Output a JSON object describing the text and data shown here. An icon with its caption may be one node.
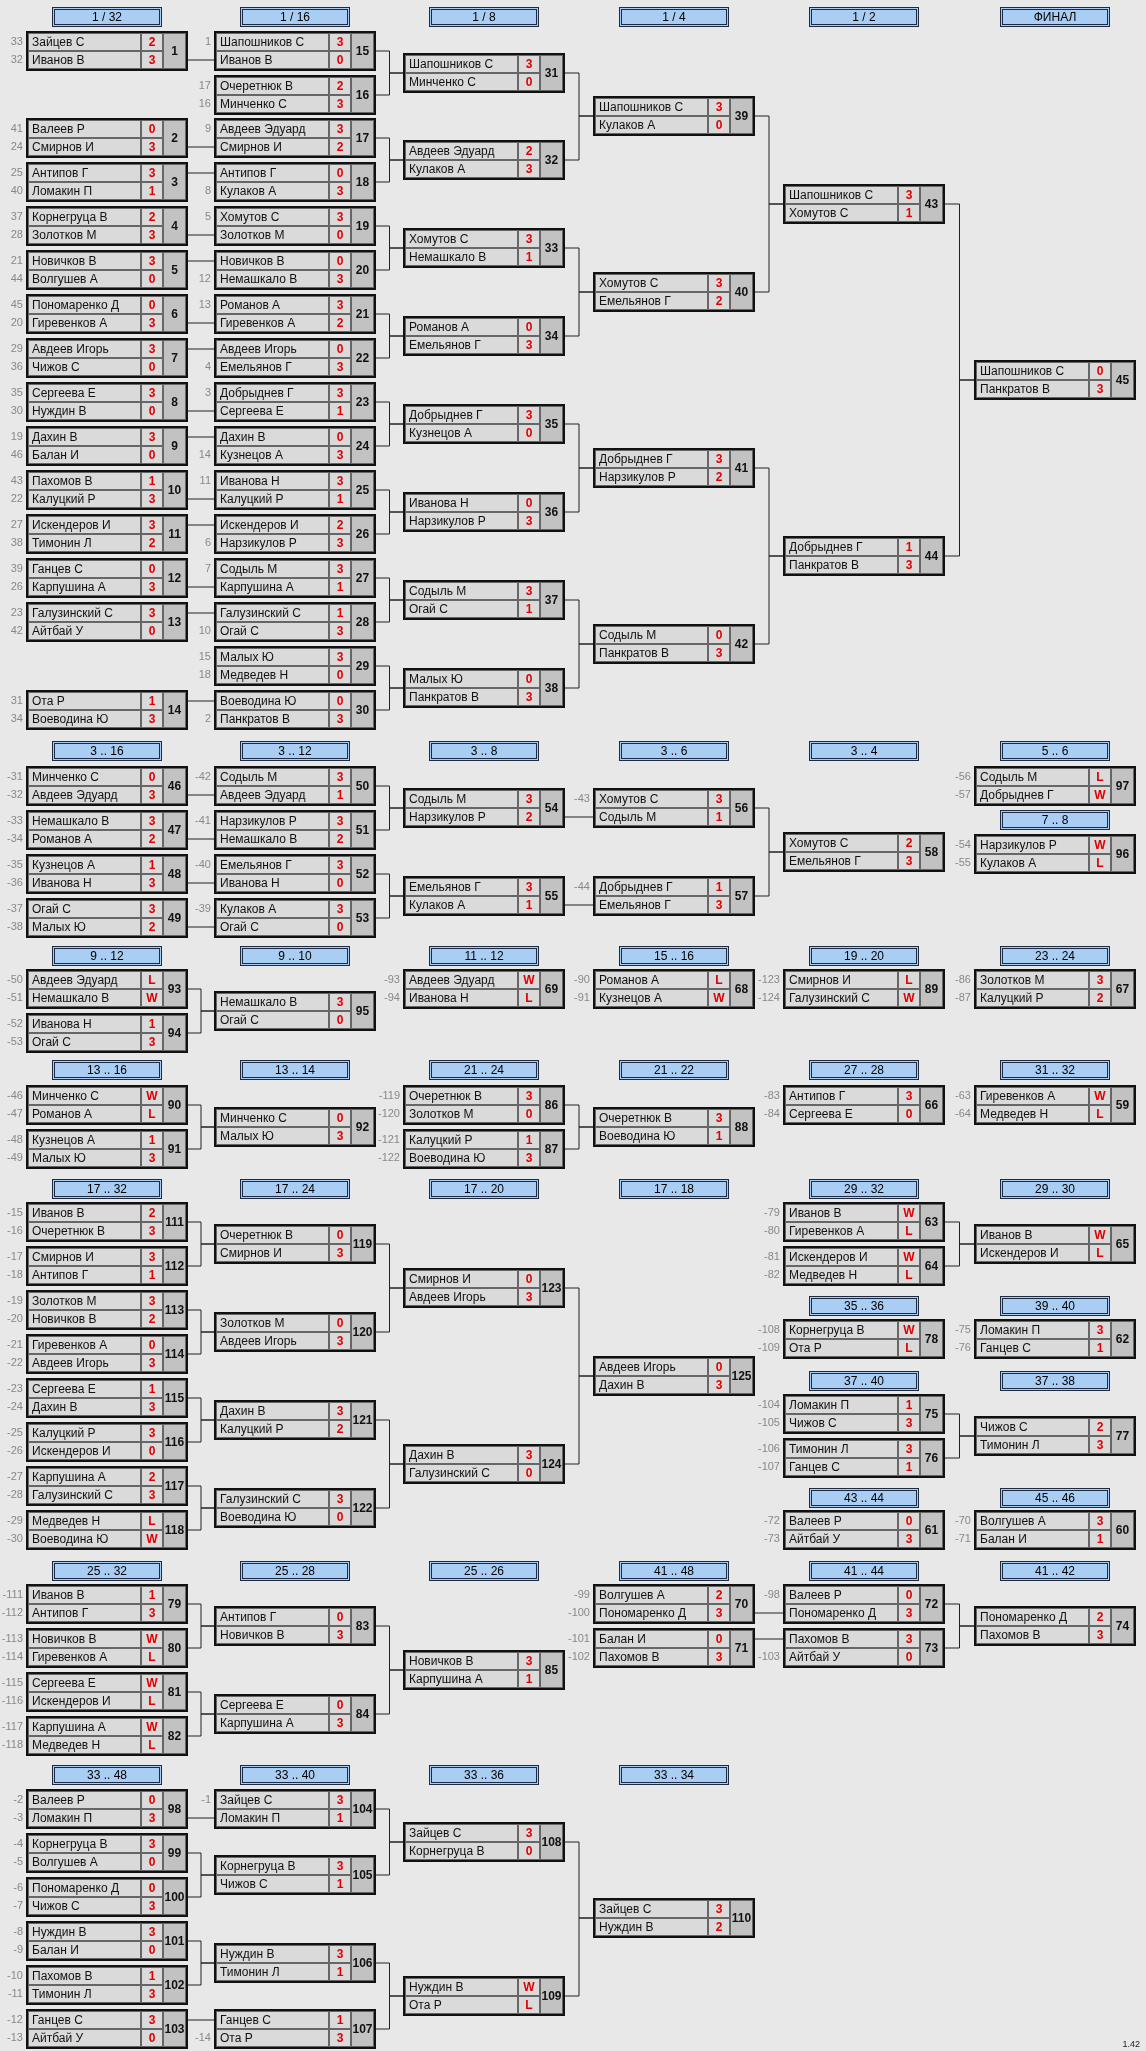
{
  "diagram": {
    "nodes": [
      {
        "text": [
          "1 / 32"
        ]
      },
      {
        "text": [
          "1 / 16"
        ]
      },
      {
        "text": [
          "1 / 8"
        ]
      },
      {
        "text": [
          "1 / 4"
        ]
      },
      {
        "text": [
          "1 / 2"
        ]
      },
      {
        "text": [
          "ФИНАЛ"
        ]
      },
      {
        "text": [
          "Зайцев С",
          "2",
          "Иванов В",
          "3",
          "1"
        ],
        "beside": [
          "33",
          "32"
        ]
      },
      {
        "text": [
          "Валеев Р",
          "0",
          "Смирнов И",
          "3",
          "2"
        ],
        "beside": [
          "41",
          "24"
        ]
      },
      {
        "text": [
          "Антипов Г",
          "3",
          "Ломакин П",
          "1",
          "3"
        ],
        "beside": [
          "25",
          "40"
        ]
      },
      {
        "text": [
          "Корнегруца В",
          "2",
          "Золотков М",
          "3",
          "4"
        ],
        "beside": [
          "37",
          "28"
        ]
      },
      {
        "text": [
          "Новичков В",
          "3",
          "Волгушев А",
          "0",
          "5"
        ],
        "beside": [
          "21",
          "44"
        ]
      },
      {
        "text": [
          "Пономаренко Д",
          "0",
          "Гиревенков А",
          "3",
          "6"
        ],
        "beside": [
          "45",
          "20"
        ]
      },
      {
        "text": [
          "Авдеев Игорь",
          "3",
          "Чижов С",
          "0",
          "7"
        ],
        "beside": [
          "29",
          "36"
        ]
      },
      {
        "text": [
          "Сергеева Е",
          "3",
          "Нуждин В",
          "0",
          "8"
        ],
        "beside": [
          "35",
          "30"
        ]
      },
      {
        "text": [
          "Дахин В",
          "3",
          "Балан И",
          "0",
          "9"
        ],
        "beside": [
          "19",
          "46"
        ]
      },
      {
        "text": [
          "Пахомов В",
          "1",
          "Калуцкий Р",
          "3",
          "10"
        ],
        "beside": [
          "43",
          "22"
        ]
      },
      {
        "text": [
          "Искендеров И",
          "3",
          "Тимонин Л",
          "2",
          "11"
        ],
        "beside": [
          "27",
          "38"
        ]
      },
      {
        "text": [
          "Ганцев С",
          "0",
          "Карпушина А",
          "3",
          "12"
        ],
        "beside": [
          "39",
          "26"
        ]
      },
      {
        "text": [
          "Галузинский С",
          "3",
          "Айтбай У",
          "0",
          "13"
        ],
        "beside": [
          "23",
          "42"
        ]
      },
      {
        "text": [
          "Ота Р",
          "1",
          "Воеводина Ю",
          "3",
          "14"
        ],
        "beside": [
          "31",
          "34"
        ]
      },
      {
        "text": [
          "Шапошников С",
          "3",
          "Иванов В",
          "0",
          "15"
        ],
        "beside": [
          "1"
        ]
      },
      {
        "text": [
          "Очеретнюк В",
          "2",
          "Минченко С",
          "3",
          "16"
        ],
        "beside": [
          "17",
          "16"
        ]
      },
      {
        "text": [
          "Авдеев Эдуард",
          "3",
          "Смирнов И",
          "2",
          "17"
        ],
        "beside": [
          "9"
        ]
      },
      {
        "text": [
          "Антипов Г",
          "0",
          "Кулаков А",
          "3",
          "18"
        ],
        "beside": [
          "8"
        ]
      },
      {
        "text": [
          "Хомутов С",
          "3",
          "Золотков М",
          "0",
          "19"
        ],
        "beside": [
          "5"
        ]
      },
      {
        "text": [
          "Новичков В",
          "0",
          "Немашкало В",
          "3",
          "20"
        ],
        "beside": [
          "12"
        ]
      },
      {
        "text": [
          "Романов А",
          "3",
          "Гиревенков А",
          "2",
          "21"
        ],
        "beside": [
          "13"
        ]
      },
      {
        "text": [
          "Авдеев Игорь",
          "0",
          "Емельянов Г",
          "3",
          "22"
        ],
        "beside": [
          "4"
        ]
      },
      {
        "text": [
          "Добрыднев Г",
          "3",
          "Сергеева Е",
          "1",
          "23"
        ],
        "beside": [
          "3"
        ]
      },
      {
        "text": [
          "Дахин В",
          "0",
          "Кузнецов А",
          "3",
          "24"
        ],
        "beside": [
          "14"
        ]
      },
      {
        "text": [
          "Иванова Н",
          "3",
          "Калуцкий Р",
          "1",
          "25"
        ],
        "beside": [
          "11"
        ]
      },
      {
        "text": [
          "Искендеров И",
          "2",
          "Нарзикулов Р",
          "3",
          "26"
        ],
        "beside": [
          "6"
        ]
      },
      {
        "text": [
          "Содыль М",
          "3",
          "Карпушина А",
          "1",
          "27"
        ],
        "beside": [
          "7"
        ]
      },
      {
        "text": [
          "Галузинский С",
          "1",
          "Огай С",
          "3",
          "28"
        ],
        "beside": [
          "10"
        ]
      },
      {
        "text": [
          "Малых Ю",
          "3",
          "Медведев Н",
          "0",
          "29"
        ],
        "beside": [
          "15",
          "18"
        ]
      },
      {
        "text": [
          "Воеводина Ю",
          "0",
          "Панкратов В",
          "3",
          "30"
        ],
        "beside": [
          "2"
        ]
      },
      {
        "text": [
          "Шапошников С",
          "3",
          "Минченко С",
          "0",
          "31"
        ]
      },
      {
        "text": [
          "Авдеев Эдуард",
          "2",
          "Кулаков А",
          "3",
          "32"
        ]
      },
      {
        "text": [
          "Хомутов С",
          "3",
          "Немашкало В",
          "1",
          "33"
        ]
      },
      {
        "text": [
          "Романов А",
          "0",
          "Емельянов Г",
          "3",
          "34"
        ]
      },
      {
        "text": [
          "Добрыднев Г",
          "3",
          "Кузнецов А",
          "0",
          "35"
        ]
      },
      {
        "text": [
          "Иванова Н",
          "0",
          "Нарзикулов Р",
          "3",
          "36"
        ]
      },
      {
        "text": [
          "Содыль М",
          "3",
          "Огай С",
          "1",
          "37"
        ]
      },
      {
        "text": [
          "Малых Ю",
          "0",
          "Панкратов В",
          "3",
          "38"
        ]
      },
      {
        "text": [
          "Шапошников С",
          "3",
          "Кулаков А",
          "0",
          "39"
        ]
      },
      {
        "text": [
          "Хомутов С",
          "3",
          "Емельянов Г",
          "2",
          "40"
        ]
      },
      {
        "text": [
          "Добрыднев Г",
          "3",
          "Нарзикулов Р",
          "2",
          "41"
        ]
      },
      {
        "text": [
          "Содыль М",
          "0",
          "Панкратов В",
          "3",
          "42"
        ]
      },
      {
        "text": [
          "Шапошников С",
          "3",
          "Хомутов С",
          "1",
          "43"
        ]
      },
      {
        "text": [
          "Добрыднев Г",
          "1",
          "Панкратов В",
          "3",
          "44"
        ]
      },
      {
        "text": [
          "Шапошников С",
          "0",
          "Панкратов В",
          "3",
          "45"
        ]
      },
      {
        "text": [
          "3 .. 16"
        ]
      },
      {
        "text": [
          "3 .. 12"
        ]
      },
      {
        "text": [
          "3 .. 8"
        ]
      },
      {
        "text": [
          "3 .. 6"
        ]
      },
      {
        "text": [
          "3 .. 4"
        ]
      },
      {
        "text": [
          "5 .. 6"
        ]
      },
      {
        "text": [
          "Минченко С",
          "0",
          "Авдеев Эдуард",
          "3",
          "46"
        ],
        "beside": [
          "-31",
          "-32"
        ]
      },
      {
        "text": [
          "Немашкало В",
          "3",
          "Романов А",
          "2",
          "47"
        ],
        "beside": [
          "-33",
          "-34"
        ]
      },
      {
        "text": [
          "Кузнецов А",
          "1",
          "Иванова Н",
          "3",
          "48"
        ],
        "beside": [
          "-35",
          "-36"
        ]
      },
      {
        "text": [
          "Огай С",
          "3",
          "Малых Ю",
          "2",
          "49"
        ],
        "beside": [
          "-37",
          "-38"
        ]
      },
      {
        "text": [
          "Содыль М",
          "3",
          "Авдеев Эдуард",
          "1",
          "50"
        ],
        "beside": [
          "-42"
        ]
      },
      {
        "text": [
          "Нарзикулов Р",
          "3",
          "Немашкало В",
          "2",
          "51"
        ],
        "beside": [
          "-41"
        ]
      },
      {
        "text": [
          "Емельянов Г",
          "3",
          "Иванова Н",
          "0",
          "52"
        ],
        "beside": [
          "-40"
        ]
      },
      {
        "text": [
          "Кулаков А",
          "3",
          "Огай С",
          "0",
          "53"
        ],
        "beside": [
          "-39"
        ]
      },
      {
        "text": [
          "Содыль М",
          "3",
          "Нарзикулов Р",
          "2",
          "54"
        ]
      },
      {
        "text": [
          "Емельянов Г",
          "3",
          "Кулаков А",
          "1",
          "55"
        ]
      },
      {
        "text": [
          "Хомутов С",
          "3",
          "Содыль М",
          "1",
          "56"
        ],
        "beside": [
          "-43"
        ]
      },
      {
        "text": [
          "Добрыднев Г",
          "1",
          "Емельянов Г",
          "3",
          "57"
        ],
        "beside": [
          "-44"
        ]
      },
      {
        "text": [
          "Хомутов С",
          "2",
          "Емельянов Г",
          "3",
          "58"
        ]
      },
      {
        "text": [
          "Содыль М",
          "L",
          "Добрыднев Г",
          "W",
          "97"
        ],
        "beside": [
          "-56",
          "-57"
        ]
      },
      {
        "text": [
          "7 .. 8"
        ]
      },
      {
        "text": [
          "Нарзикулов Р",
          "W",
          "Кулаков А",
          "L",
          "96"
        ],
        "beside": [
          "-54",
          "-55"
        ]
      },
      {
        "text": [
          "9 .. 12"
        ]
      },
      {
        "text": [
          "9 .. 10"
        ]
      },
      {
        "text": [
          "11 .. 12"
        ]
      },
      {
        "text": [
          "15 .. 16"
        ]
      },
      {
        "text": [
          "19 .. 20"
        ]
      },
      {
        "text": [
          "23 .. 24"
        ]
      },
      {
        "text": [
          "Авдеев Эдуард",
          "L",
          "Немашкало В",
          "W",
          "93"
        ],
        "beside": [
          "-50",
          "-51"
        ]
      },
      {
        "text": [
          "Иванова Н",
          "1",
          "Огай С",
          "3",
          "94"
        ],
        "beside": [
          "-52",
          "-53"
        ]
      },
      {
        "text": [
          "Немашкало В",
          "3",
          "Огай С",
          "0",
          "95"
        ]
      },
      {
        "text": [
          "Авдеев Эдуард",
          "W",
          "Иванова Н",
          "L",
          "69"
        ],
        "beside": [
          "-93",
          "-94"
        ]
      },
      {
        "text": [
          "Романов А",
          "L",
          "Кузнецов А",
          "W",
          "68"
        ],
        "beside": [
          "-90",
          "-91"
        ]
      },
      {
        "text": [
          "Смирнов И",
          "L",
          "Галузинский С",
          "W",
          "89"
        ],
        "beside": [
          "-123",
          "-124"
        ]
      },
      {
        "text": [
          "Золотков М",
          "3",
          "Калуцкий Р",
          "2",
          "67"
        ],
        "beside": [
          "-86",
          "-87"
        ]
      },
      {
        "text": [
          "13 .. 16"
        ]
      },
      {
        "text": [
          "13 .. 14"
        ]
      },
      {
        "text": [
          "21 .. 24"
        ]
      },
      {
        "text": [
          "21 .. 22"
        ]
      },
      {
        "text": [
          "27 .. 28"
        ]
      },
      {
        "text": [
          "31 .. 32"
        ]
      },
      {
        "text": [
          "Минченко С",
          "W",
          "Романов А",
          "L",
          "90"
        ],
        "beside": [
          "-46",
          "-47"
        ]
      },
      {
        "text": [
          "Кузнецов А",
          "1",
          "Малых Ю",
          "3",
          "91"
        ],
        "beside": [
          "-48",
          "-49"
        ]
      },
      {
        "text": [
          "Минченко С",
          "0",
          "Малых Ю",
          "3",
          "92"
        ]
      },
      {
        "text": [
          "Очеретнюк В",
          "3",
          "Золотков М",
          "0",
          "86"
        ],
        "beside": [
          "-119",
          "-120"
        ]
      },
      {
        "text": [
          "Калуцкий Р",
          "1",
          "Воеводина Ю",
          "3",
          "87"
        ],
        "beside": [
          "-121",
          "-122"
        ]
      },
      {
        "text": [
          "Очеретнюк В",
          "3",
          "Воеводина Ю",
          "1",
          "88"
        ]
      },
      {
        "text": [
          "Антипов Г",
          "3",
          "Сергеева Е",
          "0",
          "66"
        ],
        "beside": [
          "-83",
          "-84"
        ]
      },
      {
        "text": [
          "Гиревенков А",
          "W",
          "Медведев Н",
          "L",
          "59"
        ],
        "beside": [
          "-63",
          "-64"
        ]
      },
      {
        "text": [
          "17 .. 32"
        ]
      },
      {
        "text": [
          "17 .. 24"
        ]
      },
      {
        "text": [
          "17 .. 20"
        ]
      },
      {
        "text": [
          "17 .. 18"
        ]
      },
      {
        "text": [
          "29 .. 32"
        ]
      },
      {
        "text": [
          "29 .. 30"
        ]
      },
      {
        "text": [
          "Иванов В",
          "2",
          "Очеретнюк В",
          "3",
          "111"
        ],
        "beside": [
          "-15",
          "-16"
        ]
      },
      {
        "text": [
          "Смирнов И",
          "3",
          "Антипов Г",
          "1",
          "112"
        ],
        "beside": [
          "-17",
          "-18"
        ]
      },
      {
        "text": [
          "Золотков М",
          "3",
          "Новичков В",
          "2",
          "113"
        ],
        "beside": [
          "-19",
          "-20"
        ]
      },
      {
        "text": [
          "Гиревенков А",
          "0",
          "Авдеев Игорь",
          "3",
          "114"
        ],
        "beside": [
          "-21",
          "-22"
        ]
      },
      {
        "text": [
          "Сергеева Е",
          "1",
          "Дахин В",
          "3",
          "115"
        ],
        "beside": [
          "-23",
          "-24"
        ]
      },
      {
        "text": [
          "Калуцкий Р",
          "3",
          "Искендеров И",
          "0",
          "116"
        ],
        "beside": [
          "-25",
          "-26"
        ]
      },
      {
        "text": [
          "Карпушина А",
          "2",
          "Галузинский С",
          "3",
          "117"
        ],
        "beside": [
          "-27",
          "-28"
        ]
      },
      {
        "text": [
          "Медведев Н",
          "L",
          "Воеводина Ю",
          "W",
          "118"
        ],
        "beside": [
          "-29",
          "-30"
        ]
      },
      {
        "text": [
          "Очеретнюк В",
          "0",
          "Смирнов И",
          "3",
          "119"
        ]
      },
      {
        "text": [
          "Золотков М",
          "0",
          "Авдеев Игорь",
          "3",
          "120"
        ]
      },
      {
        "text": [
          "Дахин В",
          "3",
          "Калуцкий Р",
          "2",
          "121"
        ]
      },
      {
        "text": [
          "Галузинский С",
          "3",
          "Воеводина Ю",
          "0",
          "122"
        ]
      },
      {
        "text": [
          "Смирнов И",
          "0",
          "Авдеев Игорь",
          "3",
          "123"
        ]
      },
      {
        "text": [
          "Дахин В",
          "3",
          "Галузинский С",
          "0",
          "124"
        ]
      },
      {
        "text": [
          "Авдеев Игорь",
          "0",
          "Дахин В",
          "3",
          "125"
        ]
      },
      {
        "text": [
          "Иванов В",
          "W",
          "Гиревенков А",
          "L",
          "63"
        ],
        "beside": [
          "-79",
          "-80"
        ]
      },
      {
        "text": [
          "Искендеров И",
          "W",
          "Медведев Н",
          "L",
          "64"
        ],
        "beside": [
          "-81",
          "-82"
        ]
      },
      {
        "text": [
          "Иванов В",
          "W",
          "Искендеров И",
          "L",
          "65"
        ]
      },
      {
        "text": [
          "35 .. 36"
        ]
      },
      {
        "text": [
          "39 .. 40"
        ]
      },
      {
        "text": [
          "Корнегруца В",
          "W",
          "Ота Р",
          "L",
          "78"
        ],
        "beside": [
          "-108",
          "-109"
        ]
      },
      {
        "text": [
          "Ломакин П",
          "3",
          "Ганцев С",
          "1",
          "62"
        ],
        "beside": [
          "-75",
          "-76"
        ]
      },
      {
        "text": [
          "37 .. 40"
        ]
      },
      {
        "text": [
          "37 .. 38"
        ]
      },
      {
        "text": [
          "Ломакин П",
          "1",
          "Чижов С",
          "3",
          "75"
        ],
        "beside": [
          "-104",
          "-105"
        ]
      },
      {
        "text": [
          "Тимонин Л",
          "3",
          "Ганцев С",
          "1",
          "76"
        ],
        "beside": [
          "-106",
          "-107"
        ]
      },
      {
        "text": [
          "Чижов С",
          "2",
          "Тимонин Л",
          "3",
          "77"
        ]
      },
      {
        "text": [
          "43 .. 44"
        ]
      },
      {
        "text": [
          "45 .. 46"
        ]
      },
      {
        "text": [
          "Валеев Р",
          "0",
          "Айтбай У",
          "3",
          "61"
        ],
        "beside": [
          "-72",
          "-73"
        ]
      },
      {
        "text": [
          "Волгушев А",
          "3",
          "Балан И",
          "1",
          "60"
        ],
        "beside": [
          "-70",
          "-71"
        ]
      },
      {
        "text": [
          "25 .. 32"
        ]
      },
      {
        "text": [
          "25 .. 28"
        ]
      },
      {
        "text": [
          "25 .. 26"
        ]
      },
      {
        "text": [
          "41 .. 48"
        ]
      },
      {
        "text": [
          "41 .. 44"
        ]
      },
      {
        "text": [
          "41 .. 42"
        ]
      },
      {
        "text": [
          "Иванов В",
          "1",
          "Антипов Г",
          "3",
          "79"
        ],
        "beside": [
          "-111",
          "-112"
        ]
      },
      {
        "text": [
          "Новичков В",
          "W",
          "Гиревенков А",
          "L",
          "80"
        ],
        "beside": [
          "-113",
          "-114"
        ]
      },
      {
        "text": [
          "Сергеева Е",
          "W",
          "Искендеров И",
          "L",
          "81"
        ],
        "beside": [
          "-115",
          "-116"
        ]
      },
      {
        "text": [
          "Карпушина А",
          "W",
          "Медведев Н",
          "L",
          "82"
        ],
        "beside": [
          "-117",
          "-118"
        ]
      },
      {
        "text": [
          "Антипов Г",
          "0",
          "Новичков В",
          "3",
          "83"
        ]
      },
      {
        "text": [
          "Сергеева Е",
          "0",
          "Карпушина А",
          "3",
          "84"
        ]
      },
      {
        "text": [
          "Новичков В",
          "3",
          "Карпушина А",
          "1",
          "85"
        ]
      },
      {
        "text": [
          "Волгушев А",
          "2",
          "Пономаренко Д",
          "3",
          "70"
        ],
        "beside": [
          "-99",
          "-100"
        ]
      },
      {
        "text": [
          "Балан И",
          "0",
          "Пахомов В",
          "3",
          "71"
        ],
        "beside": [
          "-101",
          "-102"
        ]
      },
      {
        "text": [
          "Валеев Р",
          "0",
          "Пономаренко Д",
          "3",
          "72"
        ],
        "beside": [
          "-98"
        ]
      },
      {
        "text": [
          "Пахомов В",
          "3",
          "Айтбай У",
          "0",
          "73"
        ],
        "beside": [
          "-103"
        ]
      },
      {
        "text": [
          "Пономаренко Д",
          "2",
          "Пахомов В",
          "3",
          "74"
        ]
      },
      {
        "text": [
          "33 .. 48"
        ]
      },
      {
        "text": [
          "33 .. 40"
        ]
      },
      {
        "text": [
          "33 .. 36"
        ]
      },
      {
        "text": [
          "33 .. 34"
        ]
      },
      {
        "text": [
          "Валеев Р",
          "0",
          "Ломакин П",
          "3",
          "98"
        ],
        "beside": [
          "-2",
          "-3"
        ]
      },
      {
        "text": [
          "Корнегруца В",
          "3",
          "Волгушев А",
          "0",
          "99"
        ],
        "beside": [
          "-4",
          "-5"
        ]
      },
      {
        "text": [
          "Пономаренко Д",
          "0",
          "Чижов С",
          "3",
          "100"
        ],
        "beside": [
          "-6",
          "-7"
        ]
      },
      {
        "text": [
          "Нуждин В",
          "3",
          "Балан И",
          "0",
          "101"
        ],
        "beside": [
          "-8",
          "-9"
        ]
      },
      {
        "text": [
          "Пахомов В",
          "1",
          "Тимонин Л",
          "3",
          "102"
        ],
        "beside": [
          "-10",
          "-11"
        ]
      },
      {
        "text": [
          "Ганцев С",
          "3",
          "Айтбай У",
          "0",
          "103"
        ],
        "beside": [
          "-12",
          "-13"
        ]
      },
      {
        "text": [
          "Зайцев С",
          "3",
          "Ломакин П",
          "1",
          "104"
        ],
        "beside": [
          "-1"
        ]
      },
      {
        "text": [
          "Корнегруца В",
          "3",
          "Чижов С",
          "1",
          "105"
        ]
      },
      {
        "text": [
          "Нуждин В",
          "3",
          "Тимонин Л",
          "1",
          "106"
        ]
      },
      {
        "text": [
          "Ганцев С",
          "1",
          "Ота Р",
          "3",
          "107"
        ],
        "beside": [
          "-14"
        ]
      },
      {
        "text": [
          "Зайцев С",
          "3",
          "Корнегруца В",
          "0",
          "108"
        ]
      },
      {
        "text": [
          "Нуждин В",
          "W",
          "Ота Р",
          "L",
          "109"
        ]
      },
      {
        "text": [
          "Зайцев С",
          "3",
          "Нуждин В",
          "2",
          "110"
        ]
      }
    ],
    "edges": [
      {
        "from": 6,
        "to": 20,
        "arrow": "none"
      },
      {
        "from": 7,
        "to": 22,
        "arrow": "none"
      },
      {
        "from": 8,
        "to": 23,
        "arrow": "none"
      },
      {
        "from": 9,
        "to": 24,
        "arrow": "none"
      },
      {
        "from": 10,
        "to": 25,
        "arrow": "none"
      },
      {
        "from": 11,
        "to": 26,
        "arrow": "none"
      },
      {
        "from": 12,
        "to": 27,
        "arrow": "none"
      },
      {
        "from": 13,
        "to": 28,
        "arrow": "none"
      },
      {
        "from": 14,
        "to": 29,
        "arrow": "none"
      },
      {
        "from": 15,
        "to": 30,
        "arrow": "none"
      },
      {
        "from": 16,
        "to": 31,
        "arrow": "none"
      },
      {
        "from": 17,
        "to": 32,
        "arrow": "none"
      },
      {
        "from": 18,
        "to": 33,
        "arrow": "none"
      },
      {
        "from": 19,
        "to": 35,
        "arrow": "none"
      },
      {
        "from": 20,
        "to": 36,
        "arrow": "none"
      },
      {
        "from": 21,
        "to": 36,
        "arrow": "none"
      },
      {
        "from": 22,
        "to": 37,
        "arrow": "none"
      },
      {
        "from": 23,
        "to": 37,
        "arrow": "none"
      },
      {
        "from": 24,
        "to": 38,
        "arrow": "none"
      },
      {
        "from": 25,
        "to": 38,
        "arrow": "none"
      },
      {
        "from": 26,
        "to": 39,
        "arrow": "none"
      },
      {
        "from": 27,
        "to": 39,
        "arrow": "none"
      },
      {
        "from": 28,
        "to": 40,
        "arrow": "none"
      },
      {
        "from": 29,
        "to": 40,
        "arrow": "none"
      },
      {
        "from": 30,
        "to": 41,
        "arrow": "none"
      },
      {
        "from": 31,
        "to": 41,
        "arrow": "none"
      },
      {
        "from": 32,
        "to": 42,
        "arrow": "none"
      },
      {
        "from": 33,
        "to": 42,
        "arrow": "none"
      },
      {
        "from": 34,
        "to": 43,
        "arrow": "none"
      },
      {
        "from": 35,
        "to": 43,
        "arrow": "none"
      },
      {
        "from": 36,
        "to": 44,
        "arrow": "none"
      },
      {
        "from": 37,
        "to": 44,
        "arrow": "none"
      },
      {
        "from": 38,
        "to": 45,
        "arrow": "none"
      },
      {
        "from": 39,
        "to": 45,
        "arrow": "none"
      },
      {
        "from": 40,
        "to": 46,
        "arrow": "none"
      },
      {
        "from": 41,
        "to": 46,
        "arrow": "none"
      },
      {
        "from": 42,
        "to": 47,
        "arrow": "none"
      },
      {
        "from": 43,
        "to": 47,
        "arrow": "none"
      },
      {
        "from": 44,
        "to": 48,
        "arrow": "none"
      },
      {
        "from": 45,
        "to": 48,
        "arrow": "none"
      },
      {
        "from": 46,
        "to": 49,
        "arrow": "none"
      },
      {
        "from": 47,
        "to": 49,
        "arrow": "none"
      },
      {
        "from": 48,
        "to": 50,
        "arrow": "none"
      },
      {
        "from": 49,
        "to": 50,
        "arrow": "none"
      },
      {
        "from": 57,
        "to": 61,
        "arrow": "none"
      },
      {
        "from": 58,
        "to": 62,
        "arrow": "none"
      },
      {
        "from": 59,
        "to": 63,
        "arrow": "none"
      },
      {
        "from": 60,
        "to": 64,
        "arrow": "none"
      },
      {
        "from": 61,
        "to": 65,
        "arrow": "none"
      },
      {
        "from": 62,
        "to": 65,
        "arrow": "none"
      },
      {
        "from": 63,
        "to": 66,
        "arrow": "none"
      },
      {
        "from": 64,
        "to": 66,
        "arrow": "none"
      },
      {
        "from": 65,
        "to": 67,
        "arrow": "none"
      },
      {
        "from": 66,
        "to": 68,
        "arrow": "none"
      },
      {
        "from": 67,
        "to": 69,
        "arrow": "none"
      },
      {
        "from": 68,
        "to": 69,
        "arrow": "none"
      },
      {
        "from": 79,
        "to": 81,
        "arrow": "none"
      },
      {
        "from": 80,
        "to": 81,
        "arrow": "none"
      },
      {
        "from": 92,
        "to": 94,
        "arrow": "none"
      },
      {
        "from": 93,
        "to": 94,
        "arrow": "none"
      },
      {
        "from": 95,
        "to": 97,
        "arrow": "none"
      },
      {
        "from": 96,
        "to": 97,
        "arrow": "none"
      },
      {
        "from": 106,
        "to": 114,
        "arrow": "none"
      },
      {
        "from": 107,
        "to": 114,
        "arrow": "none"
      },
      {
        "from": 108,
        "to": 115,
        "arrow": "none"
      },
      {
        "from": 109,
        "to": 115,
        "arrow": "none"
      },
      {
        "from": 110,
        "to": 116,
        "arrow": "none"
      },
      {
        "from": 111,
        "to": 116,
        "arrow": "none"
      },
      {
        "from": 112,
        "to": 117,
        "arrow": "none"
      },
      {
        "from": 113,
        "to": 117,
        "arrow": "none"
      },
      {
        "from": 114,
        "to": 118,
        "arrow": "none"
      },
      {
        "from": 115,
        "to": 118,
        "arrow": "none"
      },
      {
        "from": 116,
        "to": 119,
        "arrow": "none"
      },
      {
        "from": 117,
        "to": 119,
        "arrow": "none"
      },
      {
        "from": 118,
        "to": 120,
        "arrow": "none"
      },
      {
        "from": 119,
        "to": 120,
        "arrow": "none"
      },
      {
        "from": 121,
        "to": 123,
        "arrow": "none"
      },
      {
        "from": 122,
        "to": 123,
        "arrow": "none"
      },
      {
        "from": 130,
        "to": 132,
        "arrow": "none"
      },
      {
        "from": 131,
        "to": 132,
        "arrow": "none"
      },
      {
        "from": 143,
        "to": 147,
        "arrow": "none"
      },
      {
        "from": 144,
        "to": 147,
        "arrow": "none"
      },
      {
        "from": 145,
        "to": 148,
        "arrow": "none"
      },
      {
        "from": 146,
        "to": 148,
        "arrow": "none"
      },
      {
        "from": 147,
        "to": 149,
        "arrow": "none"
      },
      {
        "from": 148,
        "to": 149,
        "arrow": "none"
      },
      {
        "from": 150,
        "to": 152,
        "arrow": "none"
      },
      {
        "from": 151,
        "to": 153,
        "arrow": "none"
      },
      {
        "from": 152,
        "to": 154,
        "arrow": "none"
      },
      {
        "from": 153,
        "to": 154,
        "arrow": "none"
      },
      {
        "from": 159,
        "to": 165,
        "arrow": "none"
      },
      {
        "from": 160,
        "to": 166,
        "arrow": "none"
      },
      {
        "from": 161,
        "to": 166,
        "arrow": "none"
      },
      {
        "from": 162,
        "to": 167,
        "arrow": "none"
      },
      {
        "from": 163,
        "to": 167,
        "arrow": "none"
      },
      {
        "from": 164,
        "to": 168,
        "arrow": "none"
      },
      {
        "from": 165,
        "to": 169,
        "arrow": "none"
      },
      {
        "from": 166,
        "to": 169,
        "arrow": "none"
      },
      {
        "from": 167,
        "to": 170,
        "arrow": "none"
      },
      {
        "from": 168,
        "to": 170,
        "arrow": "none"
      },
      {
        "from": 169,
        "to": 171,
        "arrow": "none"
      },
      {
        "from": 170,
        "to": 171,
        "arrow": "none"
      }
    ],
    "labels": [
      "1.42"
    ]
  }
}
